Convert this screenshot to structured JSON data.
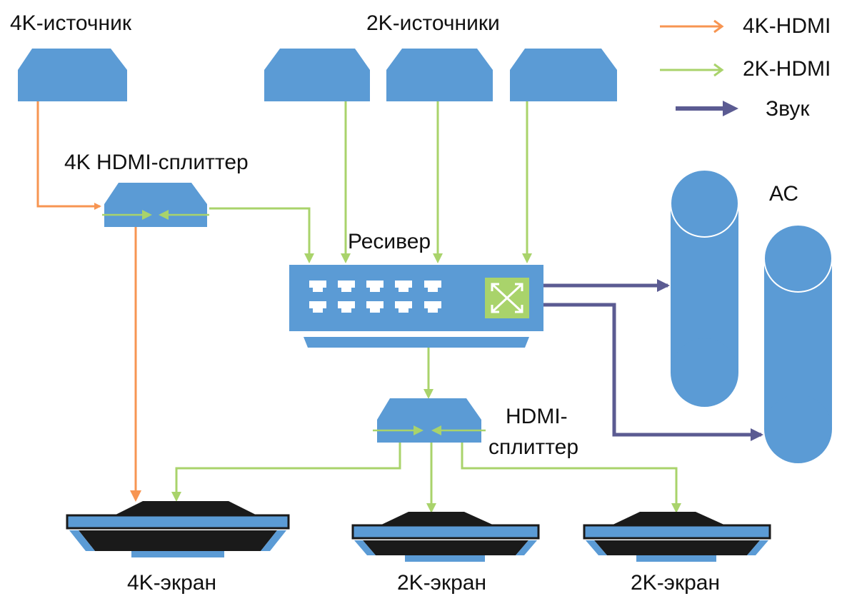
{
  "labels": {
    "source_4k": "4K-источник",
    "sources_2k": "2K-источники",
    "splitter_4k": "4K HDMI-сплиттер",
    "receiver": "Ресивер",
    "speakers": "АС",
    "splitter_hdmi_line1": "HDMI-",
    "splitter_hdmi_line2": "сплиттер",
    "screen_4k": "4K-экран",
    "screen_2k_a": "2K-экран",
    "screen_2k_b": "2K-экран"
  },
  "legend": [
    {
      "label": "4K-HDMI",
      "color": "#f79552"
    },
    {
      "label": "2K-HDMI",
      "color": "#a9d36b"
    },
    {
      "label": "Звук",
      "color": "#5b5b92"
    }
  ],
  "colors": {
    "device_blue": "#5b9bd5",
    "device_stroke": "#4a86c0",
    "screen_black": "#1a1a1a",
    "hdmi_4k": "#f79552",
    "hdmi_2k": "#a9d36b",
    "audio": "#5b5b92"
  }
}
